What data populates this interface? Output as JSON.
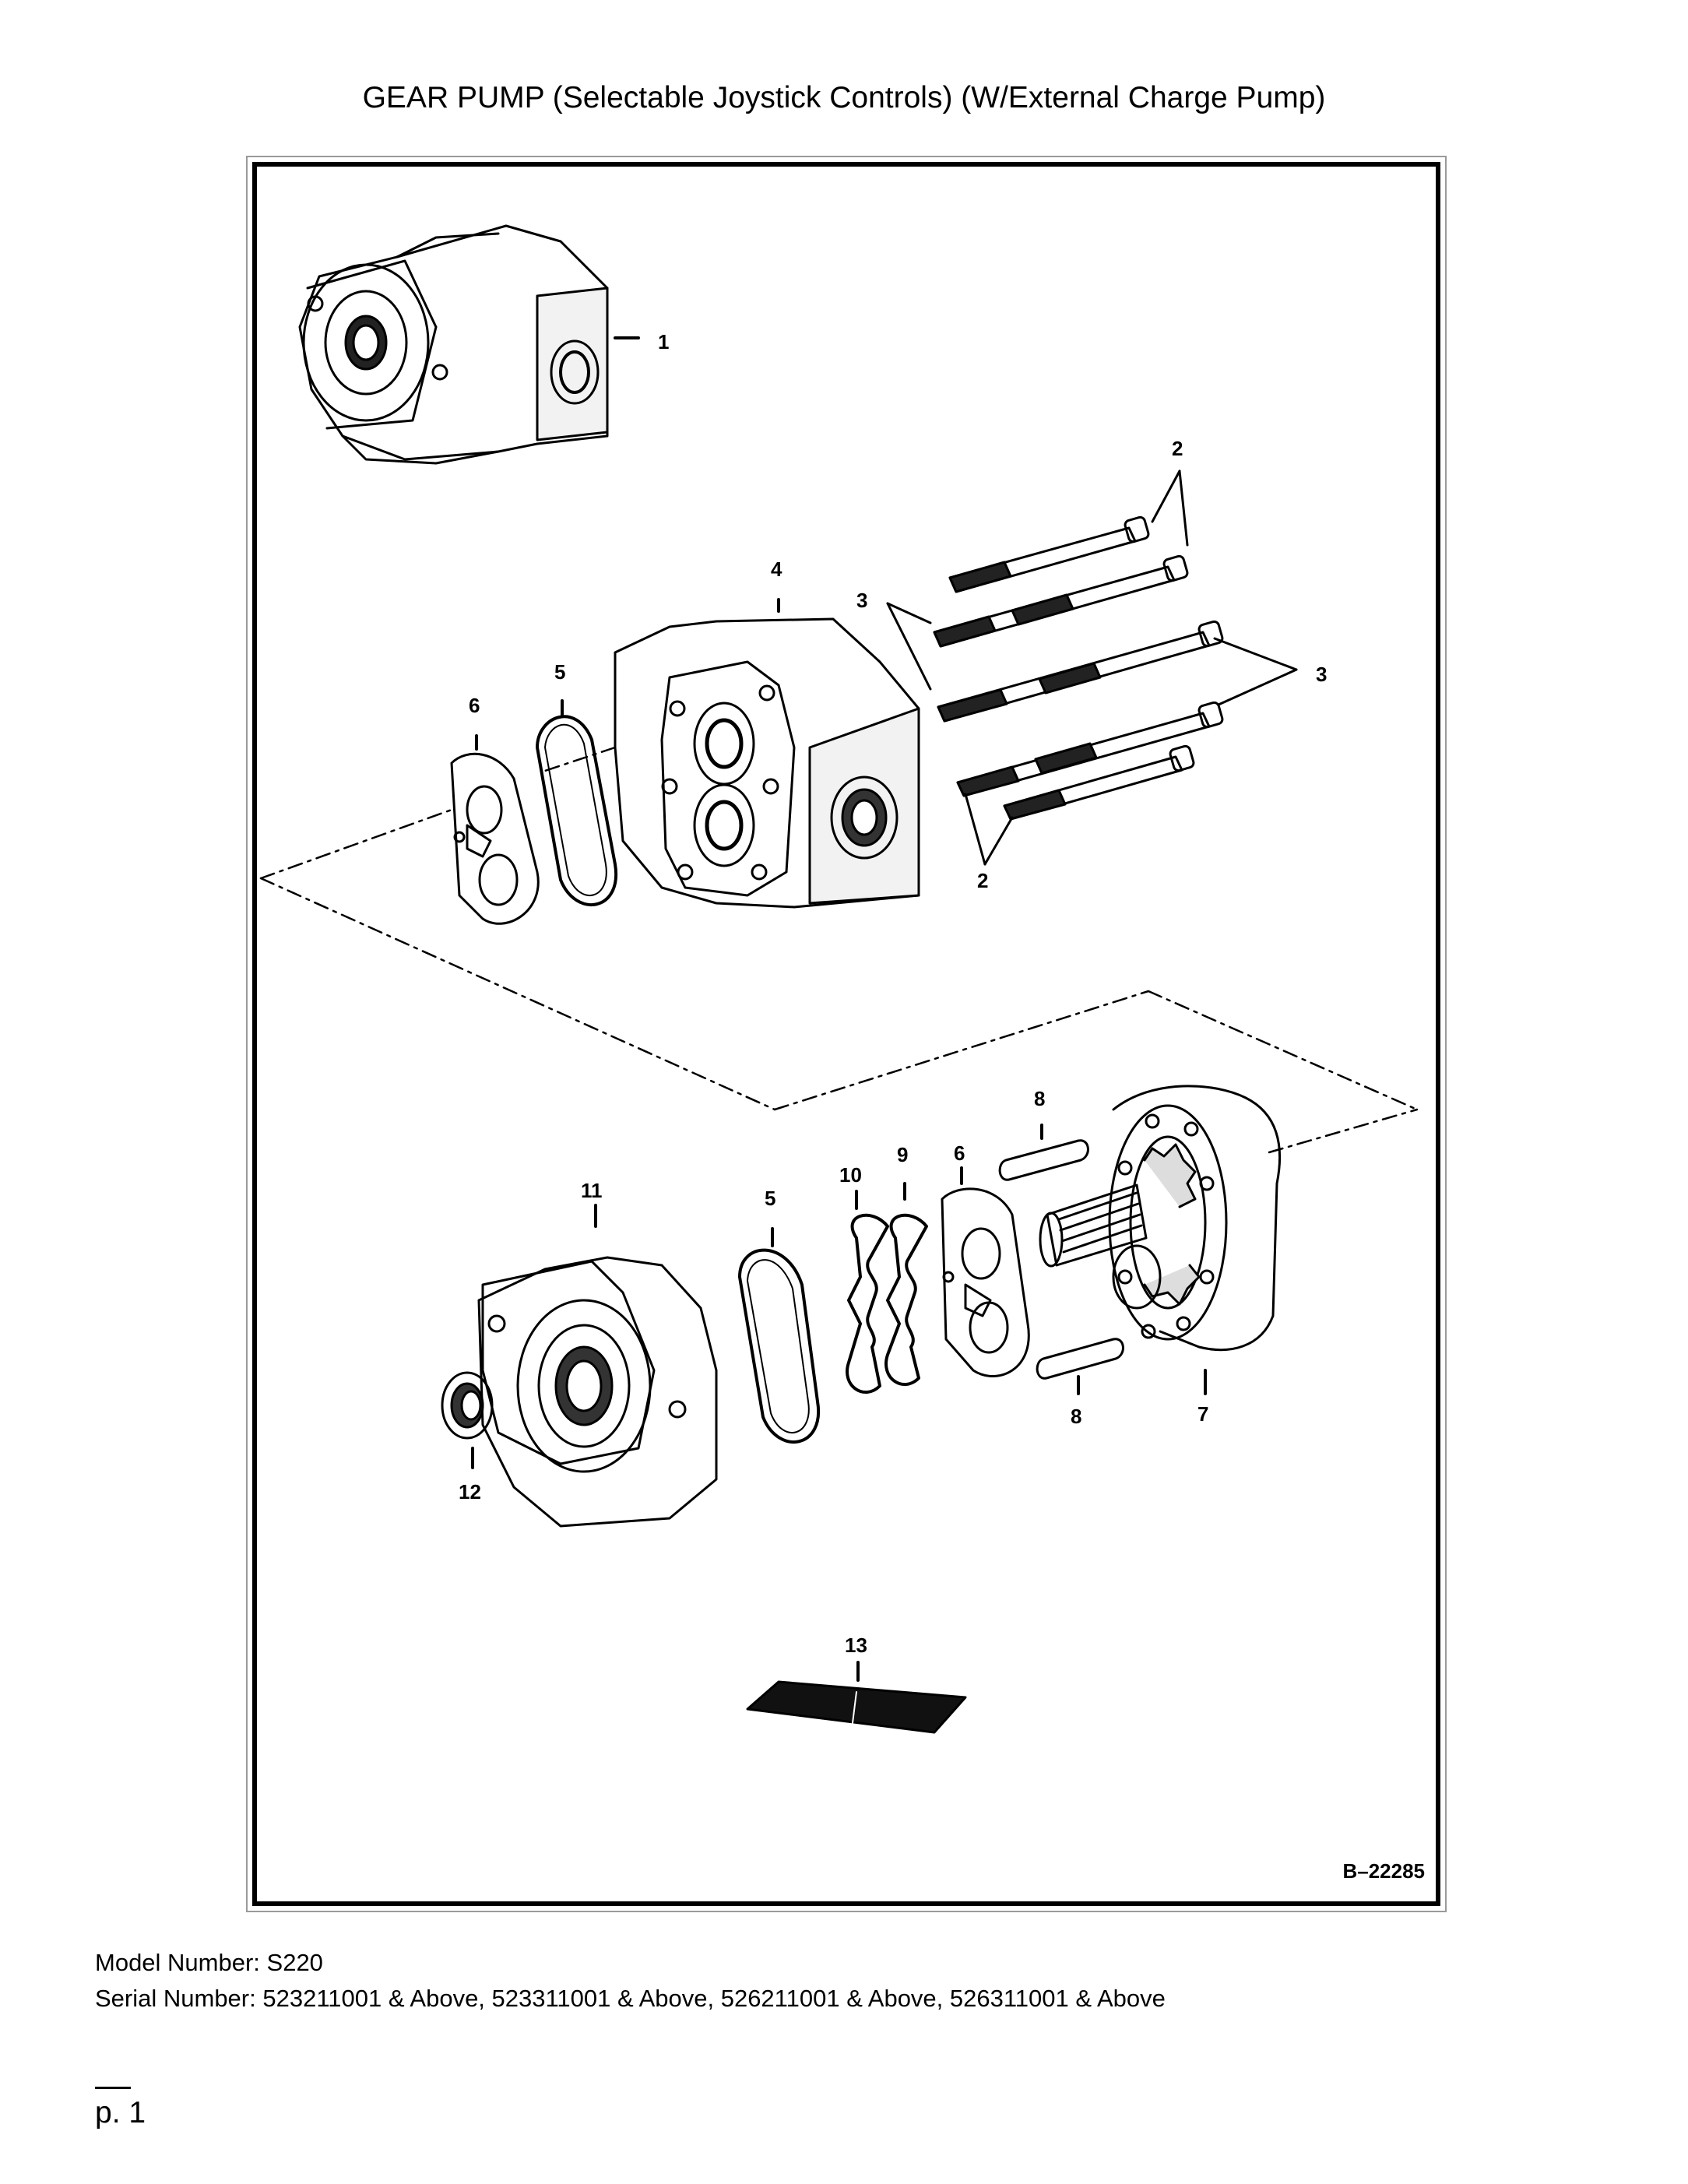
{
  "title": "GEAR PUMP (Selectable Joystick Controls) (W/External Charge Pump)",
  "figure": {
    "reference_code": "B–22285",
    "callouts": {
      "c1": "1",
      "c2a": "2",
      "c2b": "2",
      "c3a": "3",
      "c3b": "3",
      "c4": "4",
      "c5a": "5",
      "c5b": "5",
      "c6a": "6",
      "c6b": "6",
      "c7": "7",
      "c8a": "8",
      "c8b": "8",
      "c9": "9",
      "c10": "10",
      "c11": "11",
      "c12": "12",
      "c13": "13"
    }
  },
  "footer": {
    "model_number": "Model Number: S220",
    "serial_number": "Serial Number: 523211001 & Above, 523311001 & Above, 526211001 & Above, 526311001 & Above",
    "page": "p. 1"
  }
}
